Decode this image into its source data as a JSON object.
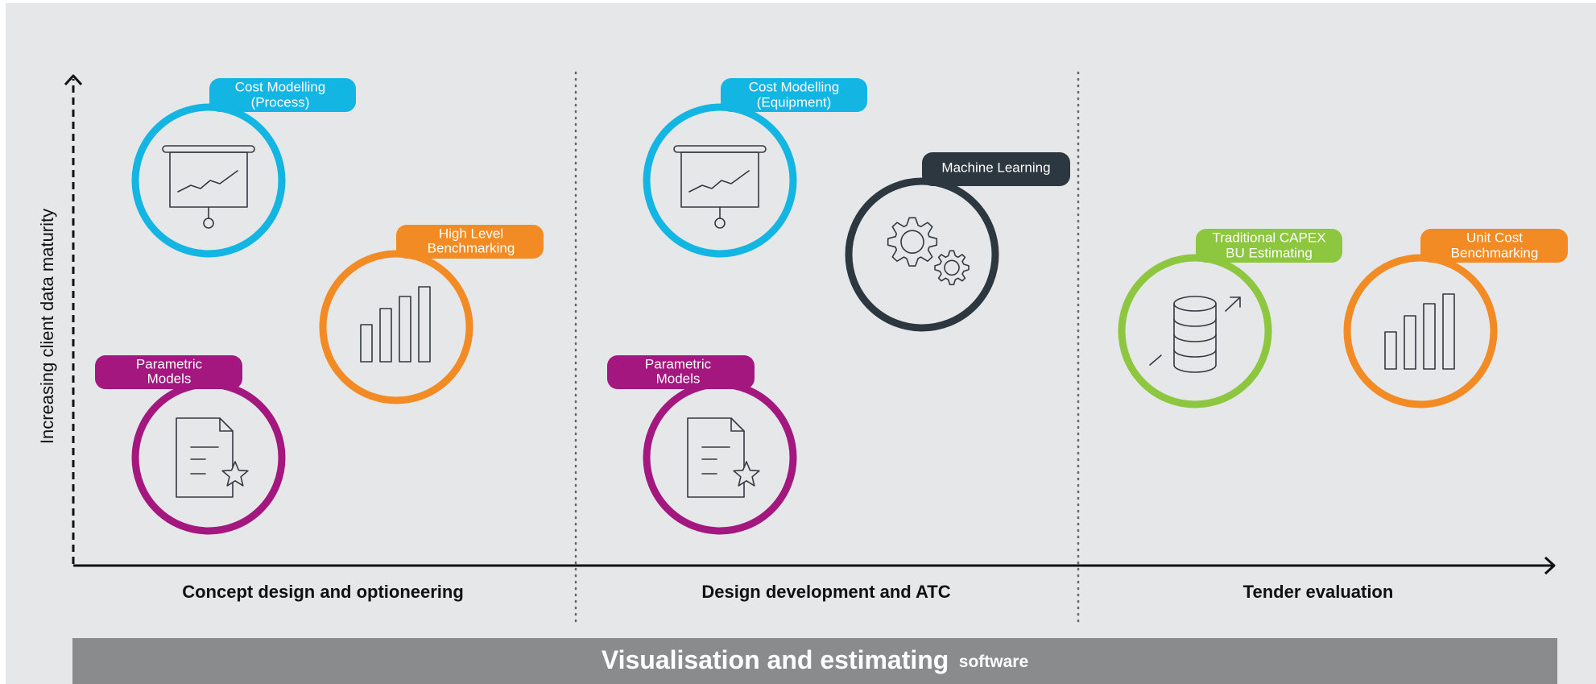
{
  "y_axis_label": "Increasing client data maturity",
  "phases": [
    {
      "label": "Concept design and optioneering"
    },
    {
      "label": "Design development and ATC"
    },
    {
      "label": "Tender evaluation"
    }
  ],
  "colors": {
    "background": "#e6e7e8",
    "cyan": "#13b5e2",
    "orange": "#f28b23",
    "magenta": "#a3177f",
    "dark": "#2d3740",
    "green": "#8dc63f",
    "banner": "#8a8b8c"
  },
  "nodes": [
    {
      "id": "cost-modelling-process",
      "lines": [
        "Cost Modelling",
        "(Process)"
      ],
      "color": "cyan",
      "icon": "presentation-chart-icon"
    },
    {
      "id": "high-level-benchmarking",
      "lines": [
        "High Level",
        "Benchmarking"
      ],
      "color": "orange",
      "icon": "bar-chart-icon"
    },
    {
      "id": "parametric-models-1",
      "lines": [
        "Parametric",
        "Models"
      ],
      "color": "magenta",
      "icon": "document-star-icon"
    },
    {
      "id": "cost-modelling-equipment",
      "lines": [
        "Cost Modelling",
        "(Equipment)"
      ],
      "color": "cyan",
      "icon": "presentation-chart-icon"
    },
    {
      "id": "machine-learning",
      "lines": [
        "Machine Learning"
      ],
      "color": "dark",
      "icon": "gears-icon"
    },
    {
      "id": "parametric-models-2",
      "lines": [
        "Parametric",
        "Models"
      ],
      "color": "magenta",
      "icon": "document-star-icon"
    },
    {
      "id": "traditional-capex",
      "lines": [
        "Traditional CAPEX",
        "BU Estimating"
      ],
      "color": "green",
      "icon": "database-icon"
    },
    {
      "id": "unit-cost-benchmarking",
      "lines": [
        "Unit Cost",
        "Benchmarking"
      ],
      "color": "orange",
      "icon": "bar-chart-icon"
    }
  ],
  "banner": {
    "main": "Visualisation and estimating",
    "sub": "software"
  }
}
